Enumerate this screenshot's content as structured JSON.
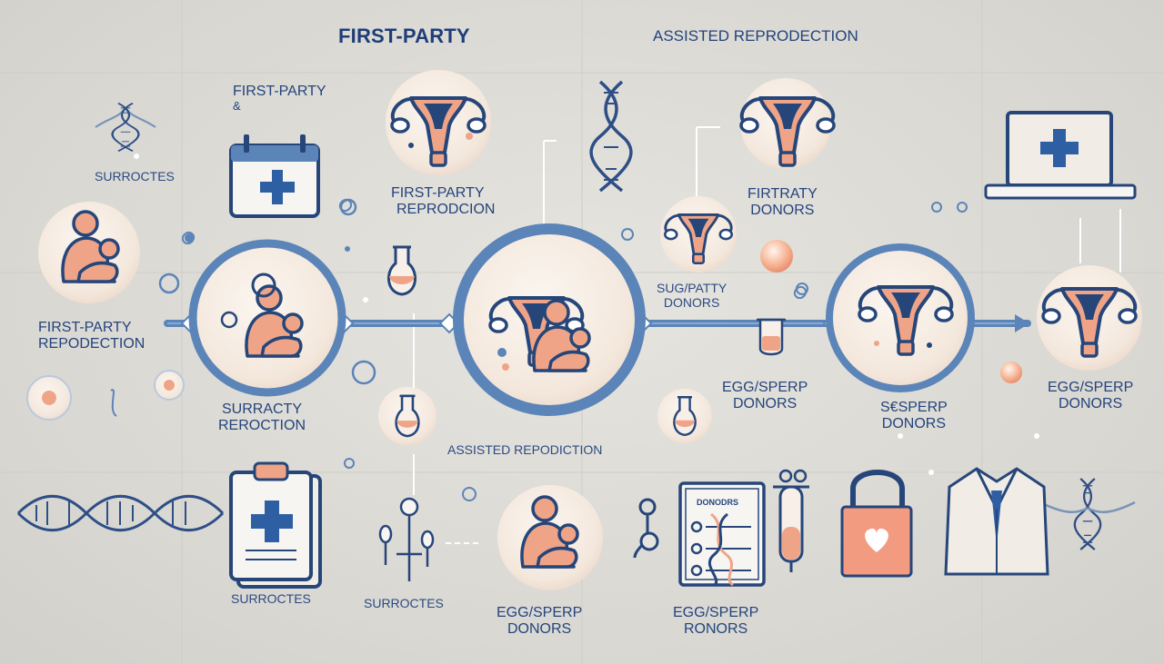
{
  "palette": {
    "background": "#dcdad5",
    "navy": "#26467a",
    "blue_ring": "#5b84b8",
    "peach": "#f0a487",
    "circle_fill": "#f6ede4"
  },
  "headings": {
    "first_party": "FIRST-PARTY",
    "assisted_reproduction": "ASSISTED REPRODECTION"
  },
  "labels": {
    "first_party_amp": {
      "line1": "FIRST-PARTY",
      "line2": "&"
    },
    "surrocts_top": "SURROCTES",
    "first_party_reprodcion": {
      "line1": "FIRST-PARTY",
      "line2": "REPRODCION"
    },
    "firtraty_donors": {
      "line1": "FIRTRATY",
      "line2": "DONORS"
    },
    "first_party_repodection": {
      "line1": "FIRST-PARTY",
      "line2": "REPODECTION"
    },
    "sug_party_donors": {
      "line1": "SUG/PATTY",
      "line2": "DONORS"
    },
    "surracty_reroction": {
      "line1": "SURRACTY",
      "line2": "REROCTION"
    },
    "assisted_repodiction": "ASSISTED REPODICTION",
    "egg_sperp_donors_mid": {
      "line1": "EGG/SPERP",
      "line2": "DONORS"
    },
    "ssperp_donors": {
      "line1": "S€SPERP",
      "line2": "DONORS"
    },
    "egg_sperp_donors_right": {
      "line1": "EGG/SPERP",
      "line2": "DONORS"
    },
    "surrocts_bottom_left": "SURROCTES",
    "surrocts_bottom_mid": "SURROCTES",
    "egg_sperp_donors_bottom": {
      "line1": "EGG/SPERP",
      "line2": "DONORS"
    },
    "egg_sperp_ronors": {
      "line1": "EGG/SPERP",
      "line2": "RONORS"
    },
    "clipboard_title": "DONODRS"
  }
}
